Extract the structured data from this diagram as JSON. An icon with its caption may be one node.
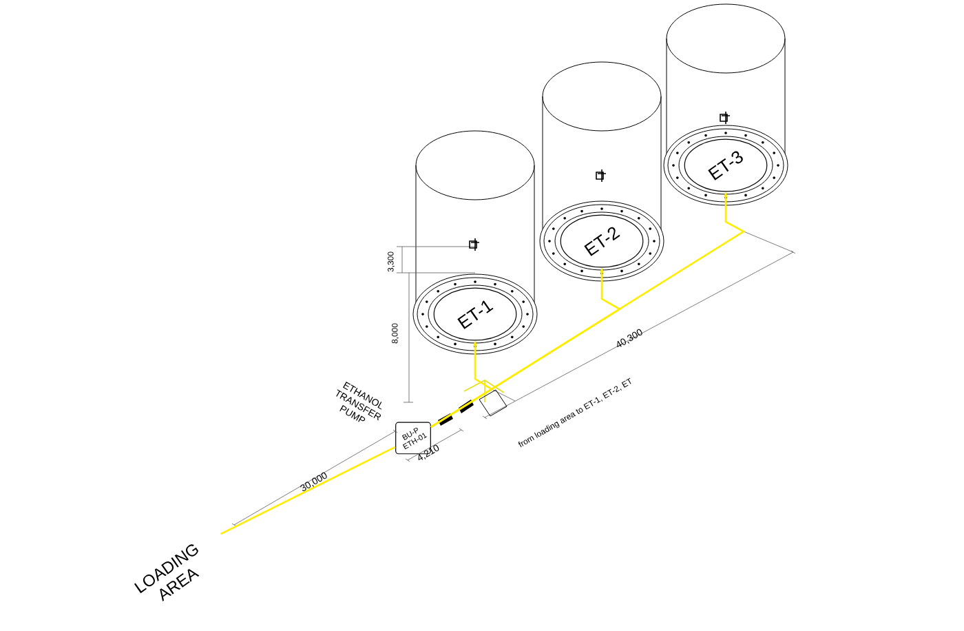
{
  "diagram": {
    "nodes": [
      {
        "text": [
          "ET-3"
        ]
      },
      {
        "text": [
          "ET-2"
        ]
      },
      {
        "text": [
          "ET-1"
        ]
      },
      {
        "text": [
          "BU-P",
          "ETH-01"
        ],
        "beside": [
          "ETHANOL TRANSFER PUMP"
        ]
      },
      {
        "text": [
          "LOADING AREA"
        ]
      }
    ],
    "edges": [
      {
        "from": 4,
        "to": 3,
        "arrow": "none"
      },
      {
        "from": 3,
        "to": 2,
        "arrow": "to"
      },
      {
        "from": 3,
        "to": 1,
        "arrow": "to"
      },
      {
        "from": 3,
        "to": 0,
        "arrow": "to"
      }
    ],
    "labels": [
      "3,300",
      "8,000",
      "30,000",
      "4,210",
      "40,300",
      "from loading area to ET-1, ET-2, ET"
    ]
  }
}
